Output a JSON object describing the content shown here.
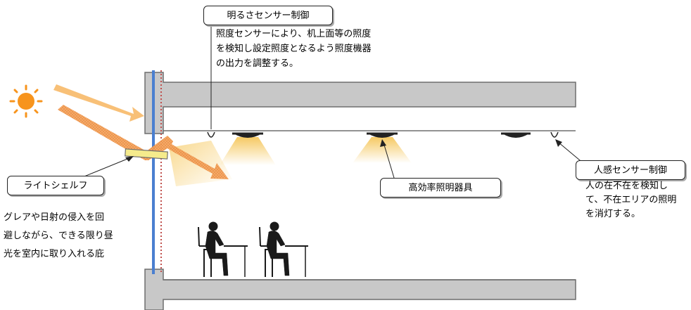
{
  "labels": {
    "brightness_sensor": {
      "title": "明るさセンサー制御",
      "description": [
        "照度センサーにより、机上面等の照度",
        "を検知し設定照度となるよう照度機器",
        "の出力を調整する。"
      ]
    },
    "light_shelf": {
      "title": "ライトシェルフ",
      "description": [
        "グレアや日射の侵入を回",
        "避しながら、できる限り昼",
        "光を室内に取り入れる庇"
      ]
    },
    "high_efficiency_fixture": {
      "title": "高効率照明器具"
    },
    "occupancy_sensor": {
      "title": "人感センサー制御",
      "description": [
        "人の在不在を検知し",
        "て、不在エリアの照明",
        "を消灯する。"
      ]
    }
  },
  "colors": {
    "concrete": "#c8c8c8",
    "concrete_edge": "#6e6e6e",
    "glass": "#4a7fd0",
    "sun": "#f7941d",
    "direct_sunlight": "#f7b968",
    "reflected_sunlight": "#f4a460",
    "light_shelf": "#f5eb8c",
    "lamp_glow": "#f5c65a",
    "person": "#1a1a1a",
    "curtain": "#c0504d"
  }
}
